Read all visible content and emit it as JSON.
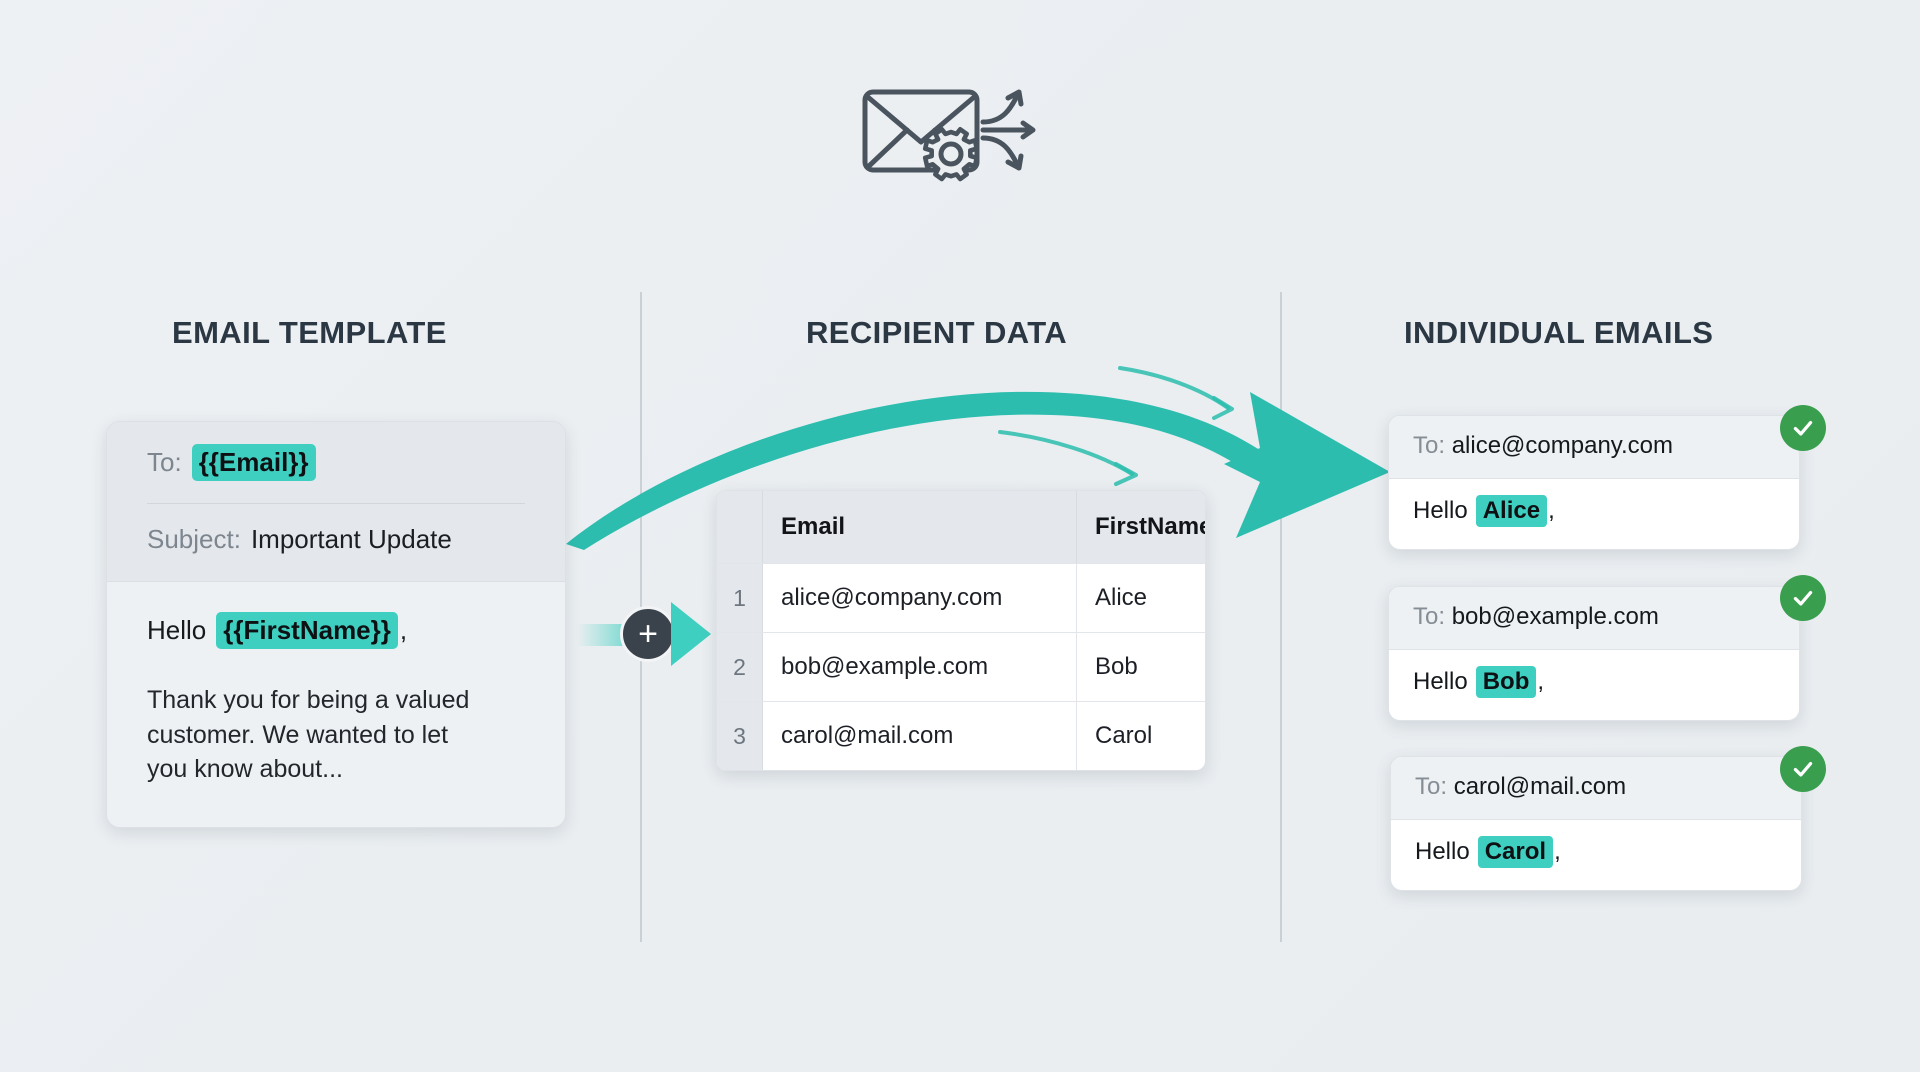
{
  "header": {
    "icon": "envelope-gear-arrows-icon"
  },
  "columns": {
    "template_title": "EMAIL TEMPLATE",
    "data_title": "RECIPIENT DATA",
    "output_title": "INDIVIDUAL EMAILS"
  },
  "template": {
    "to_label": "To:",
    "to_value": "{{Email}}",
    "subject_label": "Subject:",
    "subject_value": "Important Update",
    "greeting_prefix": "Hello",
    "greeting_tag": "{{FirstName}}",
    "greeting_suffix": ",",
    "body": "Thank you for being a valued customer. We wanted to let you know about..."
  },
  "connector": {
    "plus_glyph": "+",
    "arrow": "arrow-right-icon"
  },
  "table": {
    "headers": [
      "Email",
      "FirstName"
    ],
    "rows": [
      {
        "num": "1",
        "email": "alice@company.com",
        "first_name": "Alice"
      },
      {
        "num": "2",
        "email": "bob@example.com",
        "first_name": "Bob"
      },
      {
        "num": "3",
        "email": "carol@mail.com",
        "first_name": "Carol"
      }
    ]
  },
  "outputs": [
    {
      "to_label": "To:",
      "to_value": "alice@company.com",
      "greeting_prefix": "Hello",
      "name": "Alice",
      "greeting_suffix": ",",
      "status": "sent"
    },
    {
      "to_label": "To:",
      "to_value": "bob@example.com",
      "greeting_prefix": "Hello",
      "name": "Bob",
      "greeting_suffix": ",",
      "status": "sent"
    },
    {
      "to_label": "To:",
      "to_value": "carol@mail.com",
      "greeting_prefix": "Hello",
      "name": "Carol",
      "greeting_suffix": ",",
      "status": "sent"
    }
  ],
  "colors": {
    "accent_teal": "#3fcfc0",
    "arrow_teal": "#2dbdae",
    "success_green": "#3a9e4f",
    "title_dark": "#2b3844",
    "background": "#eef1f4"
  }
}
